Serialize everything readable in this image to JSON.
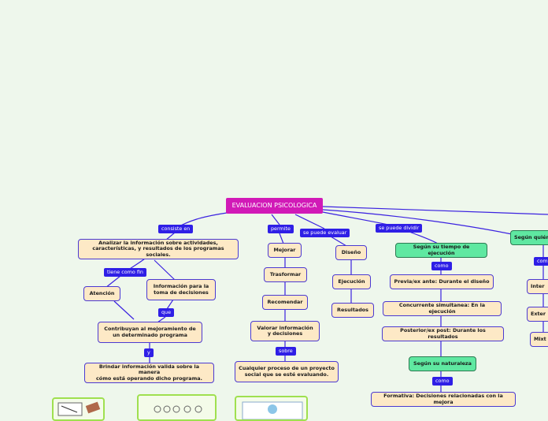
{
  "root": "EVALUACION PSICOLOGICA",
  "branches": {
    "consiste_en": {
      "label": "consiste en",
      "main": "Analizar la información sobre actividades,\ncaracterísticas, y resultados de los programas sociales.",
      "tiene_como_fin": "tiene como fin",
      "atencion": "Atención",
      "informacion": "Información para la\ntoma de decisiones",
      "que": "que",
      "contribuyan": "Contribuyan al mejoramiento de\nun determinado programa",
      "y": "y",
      "brindar": "Brindar información valida sobre la manera\ncómo está operando dicho programa."
    },
    "permite": {
      "label": "permite",
      "mejorar": "Mejorar",
      "trasformar": "Trasformar",
      "recomendar": "Recomendar",
      "valorar": "Valorar información\ny decisiones",
      "sobre": "sobre",
      "cualquier": "Cualquier proceso de un proyecto\nsocial que se esté evaluando."
    },
    "se_puede_evaluar": {
      "label": "se puede evaluar",
      "diseno": "Diseño",
      "ejecucion": "Ejecución",
      "resultados": "Resultados"
    },
    "se_puede_dividir": {
      "label": "se puede dividir",
      "tiempo": "Según su tiempo de ejecución",
      "como1": "como",
      "previa": "Previa/ex ante: Durante el diseño",
      "concurrente": "Concurrente simultanea: En la ejecución",
      "posterior": "Posterior/ex post: Durante los resultados",
      "naturaleza": "Según su naturaleza",
      "como2": "como",
      "formativa": "Formativa: Decisiones relacionadas con la mejora"
    },
    "segun_quien": {
      "title": "Según quién",
      "como": "como",
      "inter": "Inter",
      "exter": "Exter",
      "mixt": "Mixt"
    }
  },
  "colors": {
    "background": "#eef7ec",
    "node_fill": "#fde9c6",
    "node_border": "#4b3ad2",
    "root_fill": "#d11ab7",
    "label_fill": "#2f1fe6",
    "green_fill": "#5fe8a1",
    "connector": "#3b22e0"
  }
}
